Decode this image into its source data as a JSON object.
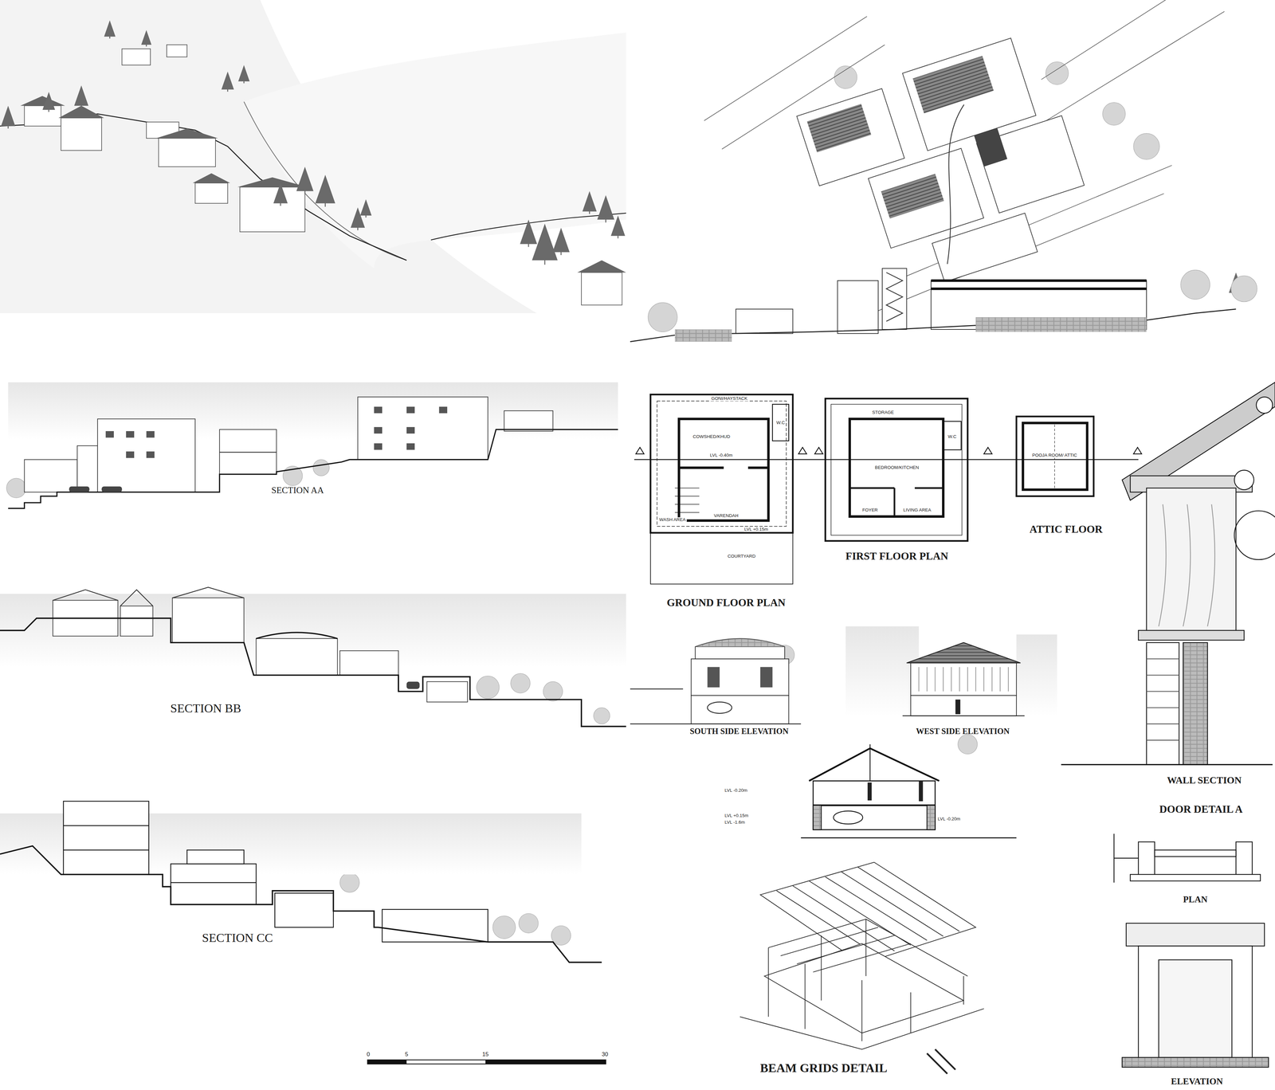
{
  "diagram": {
    "labels": [
      "SECTION AA",
      "SECTION BB",
      "SECTION CC",
      "GROUND FLOOR PLAN",
      "FIRST FLOOR PLAN",
      "ATTIC FLOOR",
      "SOUTH SIDE ELEVATION",
      "WEST SIDE ELEVATION",
      "WALL SECTION",
      "DOOR DETAIL A",
      "PLAN",
      "ELEVATION",
      "BEAM GRIDS DETAIL",
      "0",
      "5",
      "15",
      "30",
      "GONI/HAYSTACK",
      "COWSHED/KHUD",
      "W.C",
      "LVL -0.40m",
      "WASH AREA",
      "VARENDAH",
      "LVL +0.15m",
      "COURTYARD",
      "STORAGE",
      "W.C",
      "BEDROOM/KITCHEN",
      "FOYER",
      "LIVING AREA",
      "POOJA ROOM/ ATTIC",
      "LVL -0.20m",
      "LVL +0.15m",
      "LVL -1.6m",
      "LVL -0.20m"
    ]
  }
}
